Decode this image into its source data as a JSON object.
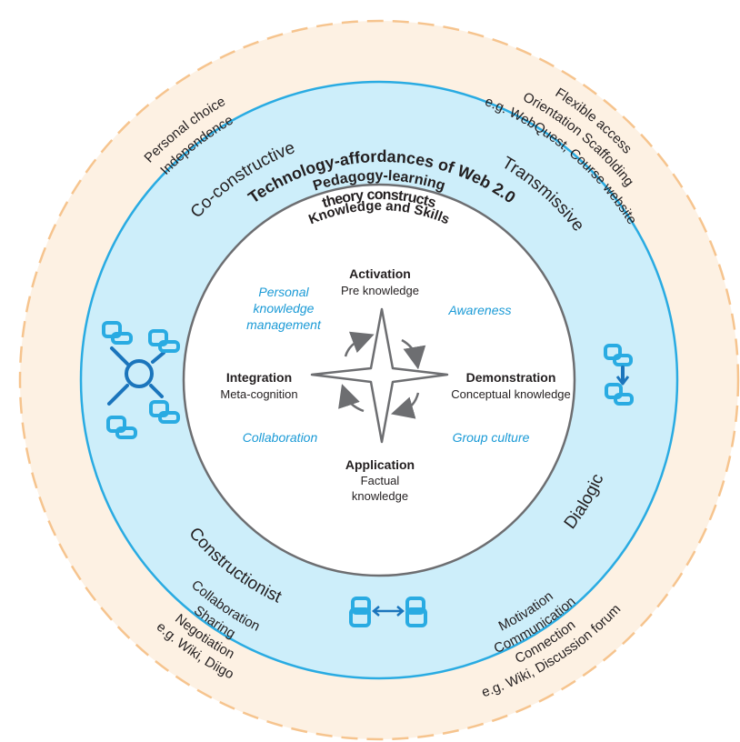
{
  "outer_ring": {
    "title": "Technology-affordances of Web 2.0",
    "top_left_lines": [
      "Personal choice",
      "Independence"
    ],
    "top_right_lines": [
      "Flexible access",
      "Orientation Scaffolding",
      "e.g. WebQuest, Course website"
    ],
    "bottom_left_lines": [
      "Collaboration",
      "Sharing",
      "Negotiation",
      "e.g. Wiki, Diigo"
    ],
    "bottom_right_lines": [
      "Motivation",
      "Communication",
      "Connection",
      "e.g. Wiki, Discussion forum"
    ]
  },
  "middle_ring": {
    "title_line1": "Pedagogy-learning",
    "title_line2": "theory constructs",
    "co_constructive": "Co-constructive",
    "transmissive": "Transmissive",
    "constructionist": "Constructionist",
    "dialogic": "Dialogic"
  },
  "inner_circle": {
    "title": "Knowledge and Skills",
    "activation": {
      "title": "Activation",
      "sub": "Pre knowledge"
    },
    "integration": {
      "title": "Integration",
      "sub": "Meta-cognition"
    },
    "demonstration": {
      "title": "Demonstration",
      "sub": "Conceptual knowledge"
    },
    "application": {
      "title": "Application",
      "sub1": "Factual",
      "sub2": "knowledge"
    },
    "personal_km_lines": [
      "Personal",
      "knowledge",
      "management"
    ],
    "awareness": "Awareness",
    "collaboration": "Collaboration",
    "group_culture": "Group culture"
  },
  "colors": {
    "outer_fill": "#fdf1e3",
    "outer_dash": "#f6c48e",
    "middle_fill": "#cdeefa",
    "middle_stroke": "#29abe2",
    "inner_stroke": "#6d6e71",
    "accent_blue": "#1a9ad6",
    "icon_dark": "#1b75bc"
  }
}
